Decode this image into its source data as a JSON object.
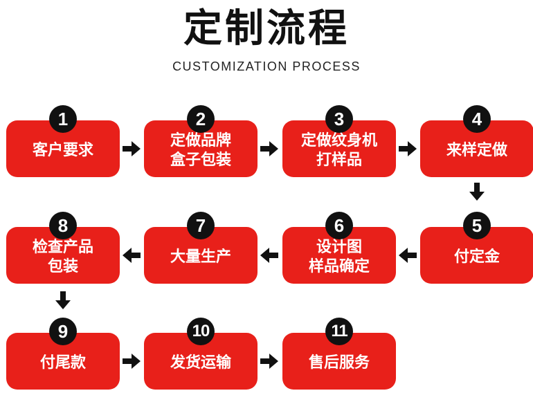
{
  "title": "定制流程",
  "subtitle": "CUSTOMIZATION PROCESS",
  "steps": [
    {
      "num": "1",
      "label": "客户要求"
    },
    {
      "num": "2",
      "label": "定做品牌\n盒子包装"
    },
    {
      "num": "3",
      "label": "定做纹身机\n打样品"
    },
    {
      "num": "4",
      "label": "来样定做"
    },
    {
      "num": "5",
      "label": "付定金"
    },
    {
      "num": "6",
      "label": "设计图\n样品确定"
    },
    {
      "num": "7",
      "label": "大量生产"
    },
    {
      "num": "8",
      "label": "检查产品\n包装"
    },
    {
      "num": "9",
      "label": "付尾款"
    },
    {
      "num": "10",
      "label": "发货运输"
    },
    {
      "num": "11",
      "label": "售后服务"
    }
  ],
  "colors": {
    "box": "#e8201a",
    "badge": "#111111",
    "arrow": "#111111"
  }
}
